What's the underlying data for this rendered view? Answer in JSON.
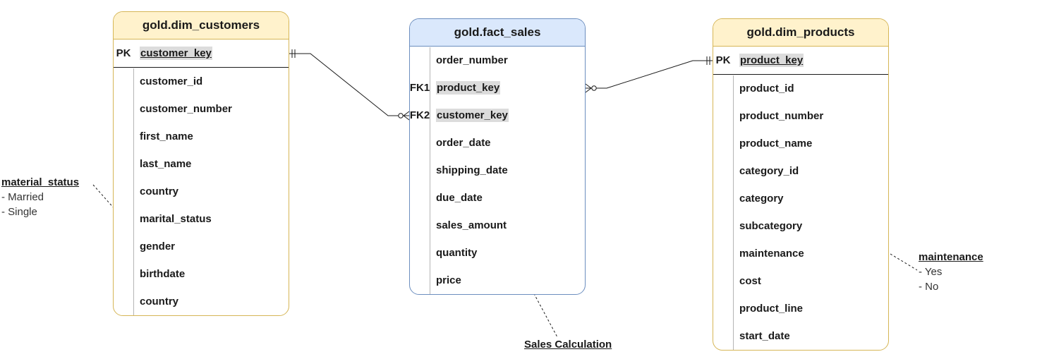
{
  "tables": {
    "customers": {
      "title": "gold.dim_customers",
      "pk_label": "PK",
      "pk_field": "customer_key",
      "fields": [
        "customer_id",
        "customer_number",
        "first_name",
        "last_name",
        "country",
        "marital_status",
        "gender",
        "birthdate",
        "country"
      ]
    },
    "sales": {
      "title": "gold.fact_sales",
      "rows": [
        {
          "key": "",
          "field": "order_number"
        },
        {
          "key": "FK1",
          "field": "product_key"
        },
        {
          "key": "FK2",
          "field": "customer_key"
        },
        {
          "key": "",
          "field": "order_date"
        },
        {
          "key": "",
          "field": "shipping_date"
        },
        {
          "key": "",
          "field": "due_date"
        },
        {
          "key": "",
          "field": "sales_amount"
        },
        {
          "key": "",
          "field": "quantity"
        },
        {
          "key": "",
          "field": "price"
        }
      ]
    },
    "products": {
      "title": "gold.dim_products",
      "pk_label": "PK",
      "pk_field": "product_key",
      "fields": [
        "product_id",
        "product_number",
        "product_name",
        "category_id",
        "category",
        "subcategory",
        "maintenance",
        "cost",
        "product_line",
        "start_date"
      ]
    }
  },
  "notes": {
    "marital": {
      "title": "material_status",
      "lines": [
        "- Married",
        "- Single"
      ]
    },
    "maintenance": {
      "title": "maintenance",
      "lines": [
        "- Yes",
        "-  No"
      ]
    },
    "sales_calc": {
      "title": "Sales Calculation"
    }
  },
  "colors": {
    "dim_fill": "#fff2cc",
    "dim_border": "#d6b656",
    "fact_fill": "#dae8fc",
    "fact_border": "#6c8ebf",
    "key_highlight": "#dcdcdc"
  }
}
